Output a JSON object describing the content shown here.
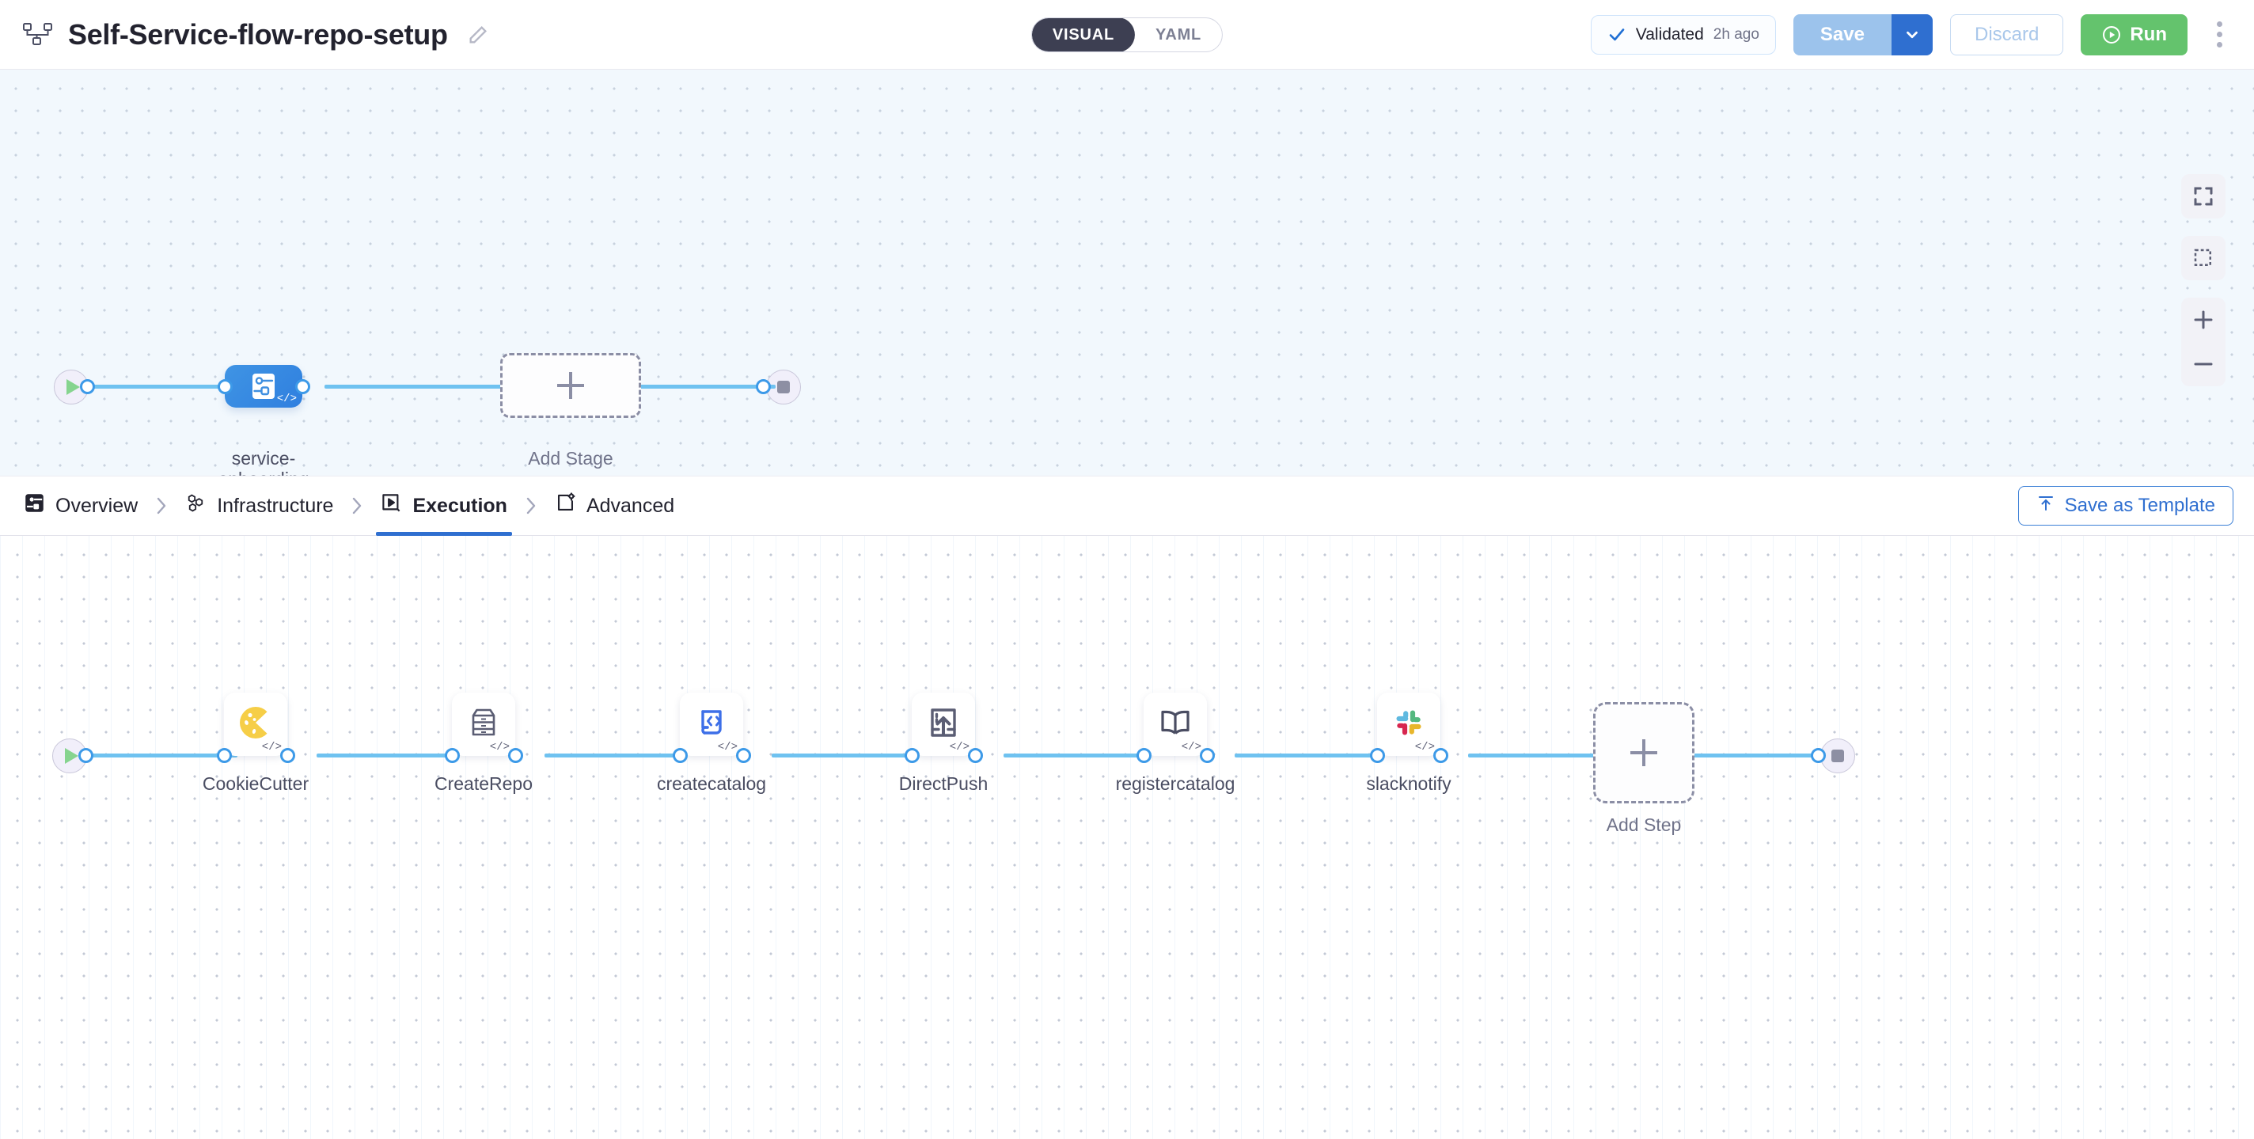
{
  "header": {
    "pipeline_icon": "pipeline-icon",
    "title": "Self-Service-flow-repo-setup",
    "edit_icon": "pencil-icon",
    "mode_toggle": {
      "options": [
        "VISUAL",
        "YAML"
      ],
      "selected": "VISUAL"
    },
    "validated": {
      "icon": "check-icon",
      "label": "Validated",
      "time": "2h ago"
    },
    "save_label": "Save",
    "save_caret_icon": "chevron-down-icon",
    "discard_label": "Discard",
    "run_label": "Run",
    "run_icon": "play-circle-icon",
    "more_icon": "kebab-menu-icon",
    "colors": {
      "save_bg": "#9cc3ec",
      "save_caret_bg": "#2f6fd0",
      "run_bg": "#64c36d",
      "accent_blue": "#2f6fd0",
      "validated_border": "#cfe4fb"
    }
  },
  "stage_canvas": {
    "start_node": {
      "name": "start-node",
      "icon": "play-triangle-icon"
    },
    "end_node": {
      "name": "end-node",
      "icon": "stop-square-icon"
    },
    "stage": {
      "label": "service-\nonboarding",
      "icon": "stage-icon",
      "badge": "</>"
    },
    "add_stage": {
      "label": "Add Stage",
      "icon": "plus-icon"
    }
  },
  "tabs": {
    "items": [
      {
        "label": "Overview",
        "icon": "overview-icon",
        "active": false
      },
      {
        "label": "Infrastructure",
        "icon": "infrastructure-icon",
        "active": false
      },
      {
        "label": "Execution",
        "icon": "execution-icon",
        "active": true
      },
      {
        "label": "Advanced",
        "icon": "advanced-icon",
        "active": false
      }
    ],
    "separator_icon": "chevron-right-icon",
    "save_template": {
      "label": "Save as Template",
      "icon": "template-upload-icon"
    }
  },
  "step_canvas": {
    "start_node": {
      "name": "start-node",
      "icon": "play-triangle-icon"
    },
    "end_node": {
      "name": "end-node",
      "icon": "stop-square-icon"
    },
    "steps": [
      {
        "label": "CookieCutter",
        "icon": "cookie-icon",
        "badge": "</>"
      },
      {
        "label": "CreateRepo",
        "icon": "file-cabinet-icon",
        "badge": "</>"
      },
      {
        "label": "createcatalog",
        "icon": "code-scroll-icon",
        "badge": "</>"
      },
      {
        "label": "DirectPush",
        "icon": "file-upload-icon",
        "badge": "</>"
      },
      {
        "label": "registercatalog",
        "icon": "open-book-icon",
        "badge": "</>"
      },
      {
        "label": "slacknotify",
        "icon": "slack-icon",
        "badge": "</>"
      }
    ],
    "add_step": {
      "label": "Add Step",
      "icon": "plus-icon"
    }
  },
  "canvas_controls": [
    {
      "name": "fit-to-screen-button",
      "icon": "fullscreen-icon"
    },
    {
      "name": "marquee-select-button",
      "icon": "selection-box-icon"
    },
    {
      "name": "zoom-in-button",
      "icon": "plus-icon"
    },
    {
      "name": "zoom-out-button",
      "icon": "minus-icon"
    }
  ]
}
